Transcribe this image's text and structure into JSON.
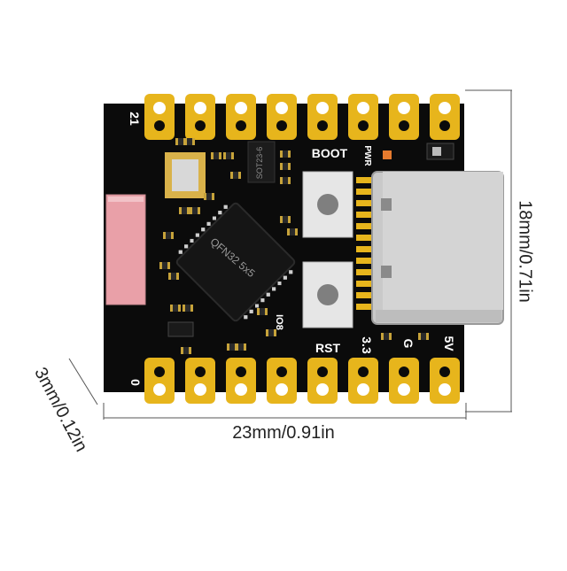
{
  "dimensions": {
    "width": "23mm/0.91in",
    "height": "18mm/0.71in",
    "thickness": "3mm/0.12in"
  },
  "board": {
    "chip_label": "QFN32 5x5",
    "small_ic_label": "SOT23-6",
    "boot_label": "BOOT",
    "pwr_label": "PWR",
    "rst_label": "RST",
    "io8_label": "IO8",
    "pin_top_left": "21",
    "pin_bottom_left": "0",
    "pin_3v3": "3.3",
    "pin_gnd": "G",
    "pin_5v": "5V",
    "colors": {
      "pcb": "#0b0b0b",
      "gold": "#e7b51c",
      "antenna": "#e9a0a8",
      "usb": "#c9c9c9",
      "button": "#e6e6e6"
    }
  }
}
